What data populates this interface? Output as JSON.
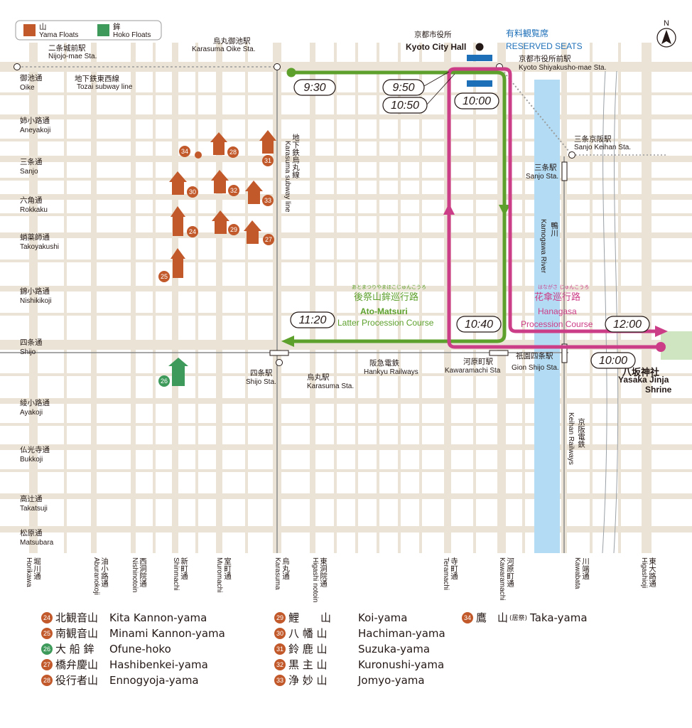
{
  "legend": {
    "yama_jp": "山",
    "yama_en": "Yama Floats",
    "hoko_jp": "鉾",
    "hoko_en": "Hoko Floats"
  },
  "colors": {
    "yama": "#c1592b",
    "hoko": "#3e9a5a",
    "ato_route": "#5da02c",
    "hanagasa_route": "#cc3d87",
    "river": "#b3dcf4",
    "road": "#ebe4d6",
    "reserved": "#1d6fb8"
  },
  "places": {
    "city_hall_jp": "京都市役所",
    "city_hall_en": "Kyoto City Hall",
    "reserved_jp": "有料観覧席",
    "reserved_en": "RESERVED SEATS",
    "yasaka_jp": "八坂神社",
    "yasaka_en1": "Yasaka Jinja",
    "yasaka_en2": "Shrine",
    "kamogawa_jp": "鴨川",
    "kamogawa_en": "Kamogawa River",
    "tozai_jp": "地下鉄東西線",
    "tozai_en": "Tozai subway line",
    "karasuma_line_jp": "地下鉄烏丸線",
    "karasuma_line_en": "Karasuma subway line",
    "hankyu_jp": "阪急電鉄",
    "hankyu_en": "Hankyu Railways",
    "keihan_jp": "京阪電鉄",
    "keihan_en": "Keihan Railways"
  },
  "stations": {
    "nijojo_jp": "二条城前駅",
    "nijojo_en": "Nijojo-mae Sta.",
    "oike_jp": "烏丸御池駅",
    "oike_en": "Karasuma Oike Sta.",
    "shiyakusho_jp": "京都市役所前駅",
    "shiyakusho_en": "Kyoto Shiyakusho-mae Sta.",
    "sanjo_keihan_jp": "三条京阪駅",
    "sanjo_keihan_en": "Sanjo Keihan Sta.",
    "sanjo_jp": "三条駅",
    "sanjo_en": "Sanjo Sta.",
    "shijo_jp": "四条駅",
    "shijo_en": "Shijo Sta.",
    "karasuma_jp": "烏丸駅",
    "karasuma_en": "Karasuma Sta.",
    "kawaramachi_jp": "河原町駅",
    "kawaramachi_en": "Kawaramachi Sta",
    "gion_jp": "祇園四条駅",
    "gion_en": "Gion Shijo Sta."
  },
  "streets_ew": [
    {
      "jp": "御池通",
      "en": "Oike"
    },
    {
      "jp": "姉小路通",
      "en": "Aneyakoji"
    },
    {
      "jp": "三条通",
      "en": "Sanjo"
    },
    {
      "jp": "六角通",
      "en": "Rokkaku"
    },
    {
      "jp": "蛸薬師通",
      "en": "Takoyakushi"
    },
    {
      "jp": "錦小路通",
      "en": "Nishikikoji"
    },
    {
      "jp": "四条通",
      "en": "Shijo"
    },
    {
      "jp": "綾小路通",
      "en": "Ayakoji"
    },
    {
      "jp": "仏光寺通",
      "en": "Bukkoji"
    },
    {
      "jp": "高辻通",
      "en": "Takatsuji"
    },
    {
      "jp": "松原通",
      "en": "Matsubara"
    }
  ],
  "streets_ns": [
    {
      "jp": "堀川通",
      "en": "Horikawa"
    },
    {
      "jp": "油小路通",
      "en": "Aburanokoji"
    },
    {
      "jp": "西洞院通",
      "en": "Nishinotoin"
    },
    {
      "jp": "新町通",
      "en": "Shinmachi"
    },
    {
      "jp": "室町通",
      "en": "Muromachi"
    },
    {
      "jp": "烏丸通",
      "en": "Karasuma"
    },
    {
      "jp": "東洞院通",
      "en": "Higashi notoin"
    },
    {
      "jp": "寺町通",
      "en": "Teramachi"
    },
    {
      "jp": "河原町通",
      "en": "Kawaramachi"
    },
    {
      "jp": "川端通",
      "en": "Kawabata"
    },
    {
      "jp": "東大路通",
      "en": "Higashioji"
    }
  ],
  "routes": {
    "ato_ruby": "あとまつりやまほこじゅんこうろ",
    "ato_jp": "後祭山鉾巡行路",
    "ato_en1": "Ato-Matsuri",
    "ato_en2": "Latter Procession Course",
    "hana_ruby": "はながさ じゅんこうろ",
    "hana_jp": "花傘巡行路",
    "hana_en1": "Hanagasa",
    "hana_en2": "Procession Course"
  },
  "times": [
    "9:30",
    "9:50",
    "10:50",
    "10:00",
    "10:40",
    "11:20",
    "12:00",
    "10:00"
  ],
  "float_markers": [
    "34",
    "28",
    "31",
    "30",
    "32",
    "33",
    "24",
    "29",
    "27",
    "25",
    "26"
  ],
  "floats": [
    {
      "num": "24",
      "jp": "北観音山",
      "en": "Kita Kannon-yama",
      "kind": "yama"
    },
    {
      "num": "25",
      "jp": "南観音山",
      "en": "Minami Kannon-yama",
      "kind": "yama"
    },
    {
      "num": "26",
      "jp": "大 船 鉾",
      "en": "Ofune-hoko",
      "kind": "hoko"
    },
    {
      "num": "27",
      "jp": "橋弁慶山",
      "en": "Hashibenkei-yama",
      "kind": "yama"
    },
    {
      "num": "28",
      "jp": "役行者山",
      "en": "Ennogyoja-yama",
      "kind": "yama"
    },
    {
      "num": "29",
      "jp": "鯉　　山",
      "en": "Koi-yama",
      "kind": "yama"
    },
    {
      "num": "30",
      "jp": "八 幡 山",
      "en": "Hachiman-yama",
      "kind": "yama"
    },
    {
      "num": "31",
      "jp": "鈴 鹿 山",
      "en": "Suzuka-yama",
      "kind": "yama"
    },
    {
      "num": "32",
      "jp": "黒 主 山",
      "en": "Kuronushi-yama",
      "kind": "yama"
    },
    {
      "num": "33",
      "jp": "浄 妙 山",
      "en": "Jomyo-yama",
      "kind": "yama"
    },
    {
      "num": "34",
      "jp": "鷹　山",
      "note": "(居祭)",
      "en": "Taka-yama",
      "kind": "yama"
    }
  ]
}
